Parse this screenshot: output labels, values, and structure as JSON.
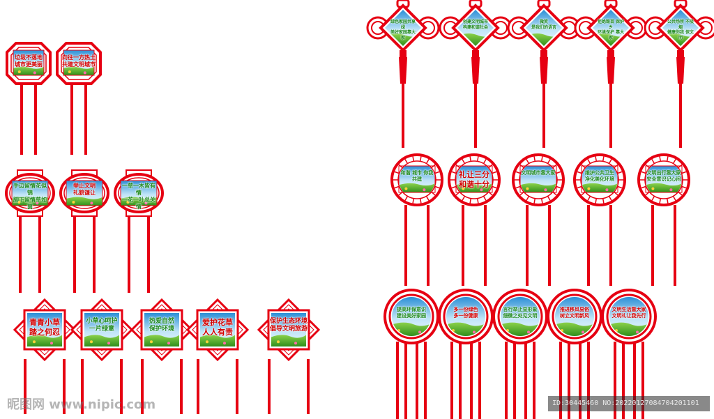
{
  "colors": {
    "frame": "#e60012",
    "sky": "#3aa0e0",
    "grass": "#57b62b",
    "text_red": "#d40000",
    "text_green": "#1f8a1f",
    "text_dark": "#222222"
  },
  "groups": {
    "octagon": [
      {
        "text": "垃圾不落地\n城市更美丽"
      },
      {
        "text": "向往一方热土\n共建文明城市"
      }
    ],
    "lantern": [
      {
        "text": "手边留情花似锦\n脚下留情草如茵"
      },
      {
        "text": "举止文明\n礼貌谦让"
      },
      {
        "text": "一草一木皆有情\n一花一叶总关情"
      }
    ],
    "square_diamond": [
      {
        "text": "青青小草\n踏之何忍"
      },
      {
        "text": "小草心呵护\n一片绿意"
      },
      {
        "text": "热爱自然\n保护环境"
      },
      {
        "text": "爱护花草\n人人有责"
      },
      {
        "text": "保护生态环境\n倡导文明旅游"
      }
    ],
    "knot": [
      {
        "text": "绿色家园共享绿\n美好家园靠大家"
      },
      {
        "text": "创建文明城市\n构建和谐社会"
      },
      {
        "text": "微笑\n是我们的语言"
      },
      {
        "text": "拒绝毁苗 保护乡\n环境保护 靠大家"
      },
      {
        "text": "公共场所 不吸烟\n健康你我 保文明"
      }
    ],
    "lattice_circle": [
      {
        "text": "和谐 城市 你我共建"
      },
      {
        "text": "礼让三分\n和谐十分"
      },
      {
        "text": "文明城市靠大家"
      },
      {
        "text": "维护公共卫生\n净化美化环境"
      },
      {
        "text": "文明出行靠大家\n安全意识记心间"
      }
    ],
    "ring": [
      {
        "text": "提高环保意识\n建设美好家园"
      },
      {
        "text": "多一份绿色\n多一份健康"
      },
      {
        "text": "言行举止显形象\n细微之处见文明"
      },
      {
        "text": "推进移风易俗\n树立文明新风"
      },
      {
        "text": "文明生活靠大家\n文明礼让我先行"
      }
    ]
  },
  "watermark": {
    "left": "昵图网 www.nipic.com",
    "right": "ID:30445460 NO:20220127084704201101"
  }
}
